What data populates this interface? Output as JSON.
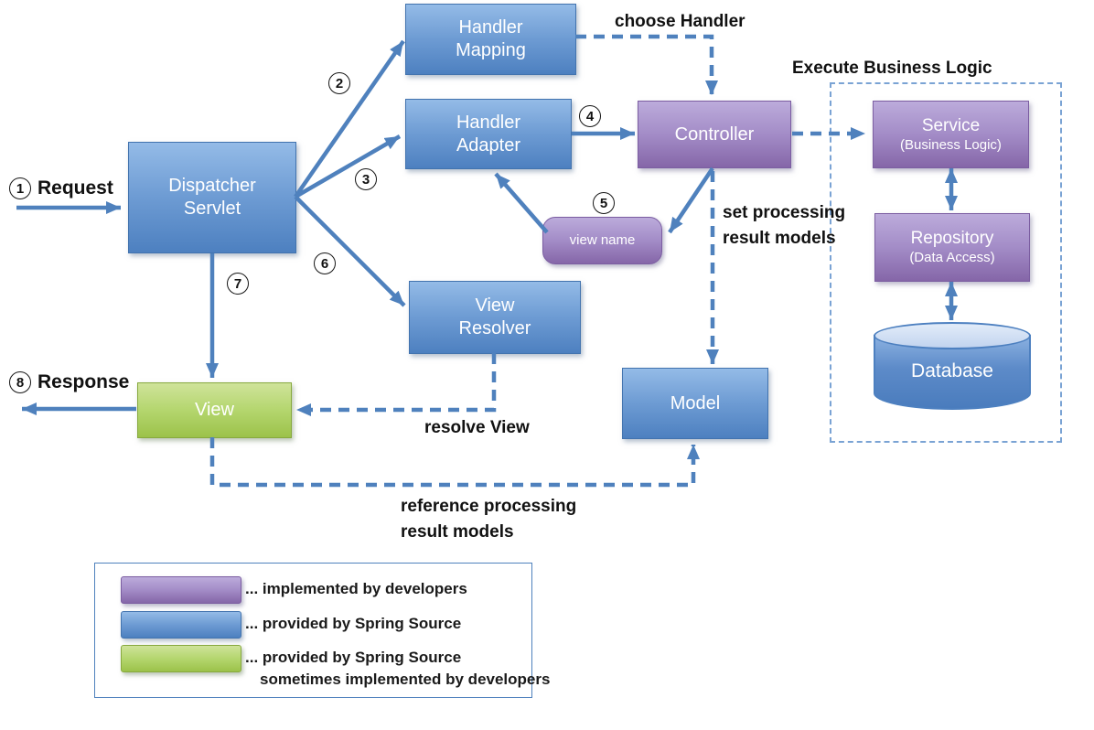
{
  "diagram": {
    "numbers": {
      "n1": "1",
      "n2": "2",
      "n3": "3",
      "n4": "4",
      "n5": "5",
      "n6": "6",
      "n7": "7",
      "n8": "8"
    },
    "nodes": {
      "handler_mapping": {
        "line1": "Handler",
        "line2": "Mapping"
      },
      "handler_adapter": {
        "line1": "Handler",
        "line2": "Adapter"
      },
      "dispatcher_servlet": {
        "line1": "Dispatcher",
        "line2": "Servlet"
      },
      "controller": {
        "label": "Controller"
      },
      "view_name": {
        "label": "view name"
      },
      "view_resolver": {
        "line1": "View",
        "line2": "Resolver"
      },
      "view": {
        "label": "View"
      },
      "model": {
        "label": "Model"
      },
      "service": {
        "label": "Service",
        "sublabel": "(Business Logic)"
      },
      "repository": {
        "label": "Repository",
        "sublabel": "(Data Access)"
      },
      "database": {
        "label": "Database"
      }
    },
    "labels": {
      "request": "Request",
      "response": "Response",
      "choose_handler": "choose Handler",
      "execute_business_logic": "Execute Business Logic",
      "set_processing_line1": "set processing",
      "set_processing_line2": "result models",
      "resolve_view": "resolve View",
      "reference_line1": "reference processing",
      "reference_line2": "result models"
    },
    "legend": {
      "items": [
        {
          "swatch": "purple",
          "text": "... implemented by developers"
        },
        {
          "swatch": "blue",
          "text": "... provided by Spring Source"
        },
        {
          "swatch": "green",
          "text": "... provided by Spring Source",
          "text2": "sometimes implemented by developers"
        }
      ]
    },
    "colors": {
      "spring_blue": "#4f81bd",
      "developer_purple": "#8064a2",
      "view_green": "#9bbb59",
      "arrow_blue": "#4f81bd"
    }
  }
}
